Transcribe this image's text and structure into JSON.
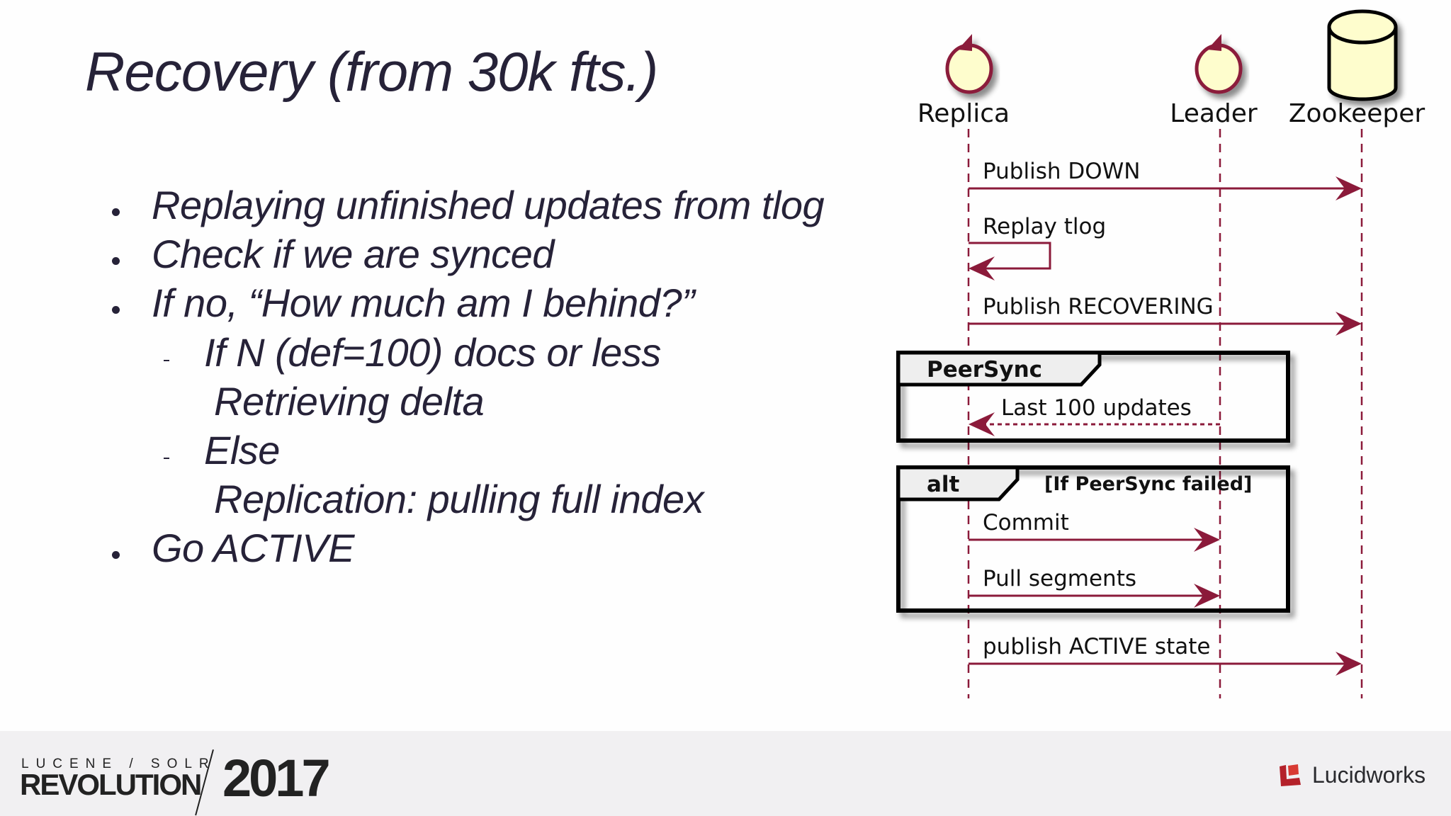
{
  "slide": {
    "title": "Recovery (from 30k fts.)",
    "bullets": [
      {
        "level": 1,
        "text": "Replaying unfinished updates from tlog"
      },
      {
        "level": 1,
        "text": "Check if we are synced"
      },
      {
        "level": 1,
        "text": "If no, “How much am I behind?”"
      },
      {
        "level": 2,
        "text": "If N (def=100) docs or less"
      },
      {
        "level": 3,
        "text": "Retrieving delta"
      },
      {
        "level": 2,
        "text": "Else"
      },
      {
        "level": 3,
        "text": "Replication: pulling full index"
      },
      {
        "level": 1,
        "text": "Go ACTIVE"
      }
    ]
  },
  "diagram": {
    "participants": [
      {
        "name": "Replica",
        "type": "control"
      },
      {
        "name": "Leader",
        "type": "control"
      },
      {
        "name": "Zookeeper",
        "type": "database"
      }
    ],
    "messages": [
      {
        "from": "Replica",
        "to": "Zookeeper",
        "label": "Publish DOWN",
        "style": "solid"
      },
      {
        "from": "Replica",
        "to": "Replica",
        "label": "Replay tlog",
        "style": "solid"
      },
      {
        "from": "Replica",
        "to": "Zookeeper",
        "label": "Publish RECOVERING",
        "style": "solid"
      },
      {
        "from": "Leader",
        "to": "Replica",
        "label": "Last 100 updates",
        "style": "dotted",
        "group": "PeerSync"
      },
      {
        "from": "Replica",
        "to": "Leader",
        "label": "Commit",
        "style": "solid",
        "group": "alt"
      },
      {
        "from": "Replica",
        "to": "Leader",
        "label": "Pull segments",
        "style": "solid",
        "group": "alt"
      },
      {
        "from": "Replica",
        "to": "Zookeeper",
        "label": "publish ACTIVE state",
        "style": "solid"
      }
    ],
    "groups": [
      {
        "label": "PeerSync",
        "condition": ""
      },
      {
        "label": "alt",
        "condition": "[If PeerSync failed]"
      }
    ],
    "colors": {
      "arrow": "#8b1a3a",
      "participant_fill": "#fefdcd",
      "group_header_fill": "#eeeeee"
    }
  },
  "footer": {
    "event_top": "LUCENE / SOLR",
    "event_main": "REVOLUTION",
    "year": "2017",
    "sponsor": "Lucidworks",
    "sponsor_icon": "lucidworks-logo-icon"
  }
}
